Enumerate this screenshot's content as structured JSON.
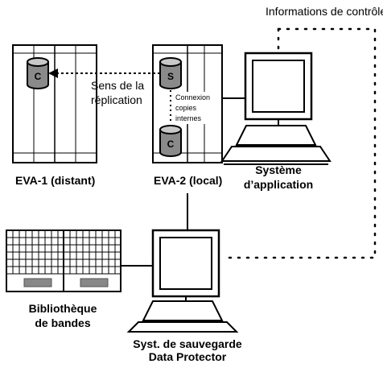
{
  "labels": {
    "control_info": "Informations de contrôle",
    "replication_line1": "Sens de la",
    "replication_line2": "réplication",
    "internal_copies_line1": "Connexion",
    "internal_copies_line2": "copies",
    "internal_copies_line3": "internes",
    "eva1": "EVA-1 (distant)",
    "eva2": "EVA-2 (local)",
    "app_system_line1": "Système",
    "app_system_line2": "d’application",
    "tape_library_line1": "Bibliothèque",
    "tape_library_line2": "de bandes",
    "backup_system_line1": "Syst. de sauvegarde",
    "backup_system_line2": "Data Protector"
  },
  "disks": {
    "eva1_disk": "C",
    "eva2_source_disk": "S",
    "eva2_copy_disk": "C"
  }
}
